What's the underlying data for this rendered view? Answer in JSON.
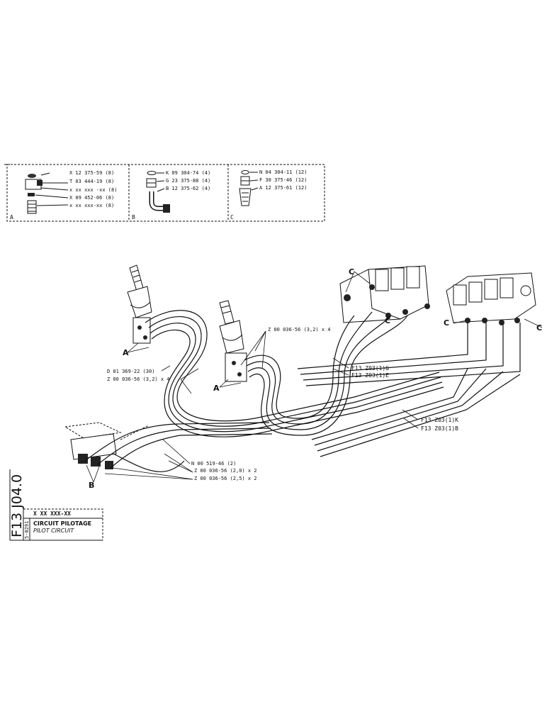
{
  "kits": [
    {
      "letter": "A",
      "parts": [
        "X 12 375-59 (8)",
        "T 03 444-19 (8)",
        "x xx xxx -xx (8)",
        "X 09 452-06 (8)",
        "x xx xxx-xx (8)"
      ]
    },
    {
      "letter": "B",
      "parts": [
        "K 09 304-74 (4)",
        "G 23 375-88 (4)",
        "B 12 375-62 (4)"
      ]
    },
    {
      "letter": "C",
      "parts": [
        "N 04 304-11 (12)",
        "F 30 375-46 (12)",
        "A 12 375-61 (12)"
      ]
    }
  ],
  "callouts": {
    "z4_right": "Z 00 036-56 (3,2) x 4",
    "d01": "D 01 369-22 (30)",
    "z4_left": "Z 00 036-56 (3,2) x 4",
    "n00": "N 00 519-46 (2)",
    "z20": "Z 00 036-56 (2,0) x 2",
    "z25": "Z 00 036-56 (2,5) x 2",
    "refG": "F13 Z03(1)G",
    "refE": "F13 Z03(1)E",
    "refK": "F13 Z03(1)K",
    "refB": "F13 Z03(1)B"
  },
  "letters": {
    "A": "A",
    "B": "B",
    "C": "C"
  },
  "sheet": {
    "code": "F13 J04.0",
    "part_no": "X XX XXX-XX",
    "rev": "5-0291",
    "title_fr": "CIRCUIT PILOTAGE",
    "title_en": "PILOT CIRCUIT"
  }
}
